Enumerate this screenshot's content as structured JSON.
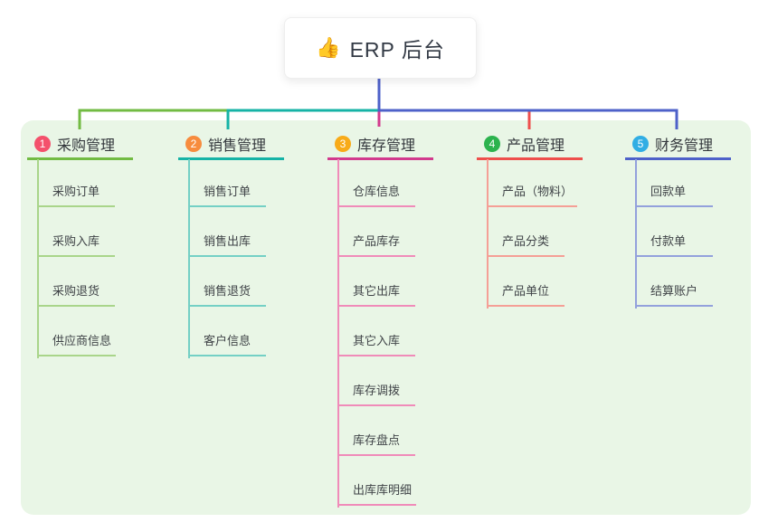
{
  "root": {
    "icon_glyph": "👍",
    "label": "ERP 后台"
  },
  "canvas": {
    "background_color": "#ffffff",
    "panel_color": "#e9f6e6",
    "root_connector_color": "#4e61c9"
  },
  "branches": [
    {
      "badge": "1",
      "badge_color": "#f4516c",
      "title": "采购管理",
      "line_color": "#72bb43",
      "child_line_color": "#a9d58a",
      "children": [
        "采购订单",
        "采购入库",
        "采购退货",
        "供应商信息"
      ]
    },
    {
      "badge": "2",
      "badge_color": "#f78c3e",
      "title": "销售管理",
      "line_color": "#16b3a6",
      "child_line_color": "#74d0c5",
      "children": [
        "销售订单",
        "销售出库",
        "销售退货",
        "客户信息"
      ]
    },
    {
      "badge": "3",
      "badge_color": "#f8ab18",
      "title": "库存管理",
      "line_color": "#d23a8d",
      "child_line_color": "#f08bb9",
      "children": [
        "仓库信息",
        "产品库存",
        "其它出库",
        "其它入库",
        "库存调拨",
        "库存盘点",
        "出库库明细"
      ]
    },
    {
      "badge": "4",
      "badge_color": "#2cb34e",
      "title": "产品管理",
      "line_color": "#ee4f4c",
      "child_line_color": "#f59f96",
      "children": [
        "产品（物料）",
        "产品分类",
        "产品单位"
      ]
    },
    {
      "badge": "5",
      "badge_color": "#31aee4",
      "title": "财务管理",
      "line_color": "#4e61c9",
      "child_line_color": "#93a1dc",
      "children": [
        "回款单",
        "付款单",
        "结算账户"
      ]
    }
  ]
}
